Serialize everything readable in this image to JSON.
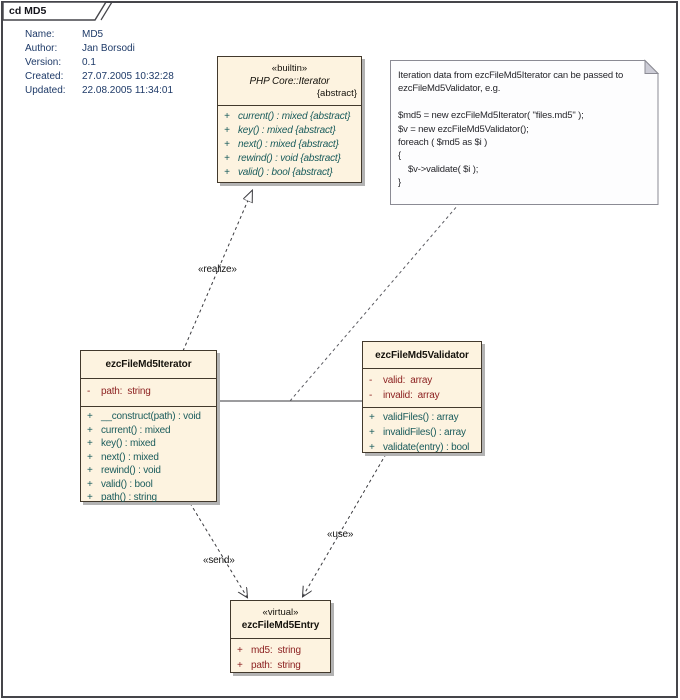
{
  "frame": {
    "tab": "cd MD5"
  },
  "info": {
    "rows": [
      {
        "label": "Name:",
        "value": "MD5"
      },
      {
        "label": "Author:",
        "value": "Jan Borsodi"
      },
      {
        "label": "Version:",
        "value": "0.1"
      },
      {
        "label": "Created:",
        "value": "27.07.2005 10:32:28"
      },
      {
        "label": "Updated:",
        "value": "22.08.2005 11:34:01"
      }
    ]
  },
  "classes": {
    "php_iterator": {
      "stereotype": "«builtin»",
      "name": "PHP Core::Iterator",
      "modifier": "{abstract}",
      "methods": [
        {
          "vis": "+",
          "text": "current() : mixed {abstract}"
        },
        {
          "vis": "+",
          "text": "key() : mixed {abstract}"
        },
        {
          "vis": "+",
          "text": "next() : mixed {abstract}"
        },
        {
          "vis": "+",
          "text": "rewind() : void {abstract}"
        },
        {
          "vis": "+",
          "text": "valid() : bool {abstract}"
        }
      ]
    },
    "file_md5_iterator": {
      "name": "ezcFileMd5Iterator",
      "attributes": [
        {
          "vis": "-",
          "text": "path:  string"
        }
      ],
      "methods": [
        {
          "vis": "+",
          "text": "__construct(path) : void"
        },
        {
          "vis": "+",
          "text": "current() : mixed"
        },
        {
          "vis": "+",
          "text": "key() : mixed"
        },
        {
          "vis": "+",
          "text": "next() : mixed"
        },
        {
          "vis": "+",
          "text": "rewind() : void"
        },
        {
          "vis": "+",
          "text": "valid() : bool"
        },
        {
          "vis": "+",
          "text": "path() : string"
        }
      ]
    },
    "file_md5_validator": {
      "name": "ezcFileMd5Validator",
      "attributes": [
        {
          "vis": "-",
          "text": "valid:  array"
        },
        {
          "vis": "-",
          "text": "invalid:  array"
        }
      ],
      "methods": [
        {
          "vis": "+",
          "text": "validFiles() : array"
        },
        {
          "vis": "+",
          "text": "invalidFiles() : array"
        },
        {
          "vis": "+",
          "text": "validate(entry) : bool"
        }
      ]
    },
    "file_md5_entry": {
      "stereotype": "«virtual»",
      "name": "ezcFileMd5Entry",
      "attributes": [
        {
          "vis": "+",
          "text": "md5:  string"
        },
        {
          "vis": "+",
          "text": "path:  string"
        }
      ]
    }
  },
  "note": {
    "lines": [
      "Iteration data from ezcFileMd5Iterator can be passed to",
      "ezcFileMd5Validator, e.g.",
      "",
      "$md5 = new ezcFileMd5Iterator( \"files.md5\" );",
      "$v = new ezcFileMd5Validator();",
      "foreach ( $md5 as $i )",
      "{",
      "    $v->validate( $i );",
      "}"
    ]
  },
  "edges": {
    "realize": "«realize»",
    "send": "«send»",
    "use": "«use»"
  },
  "colors": {
    "class_fill": "#fdf3e0",
    "class_border": "#42392c",
    "shadow": "#b3b3b3",
    "attribute_text": "#8b1f1f",
    "method_text": "#1a5c5c",
    "info_text": "#1e3a68",
    "note_fill": "#fdfdfe",
    "note_border": "#8b8b94",
    "note_fold": "#ccccd6",
    "frame_border": "#45454a"
  }
}
